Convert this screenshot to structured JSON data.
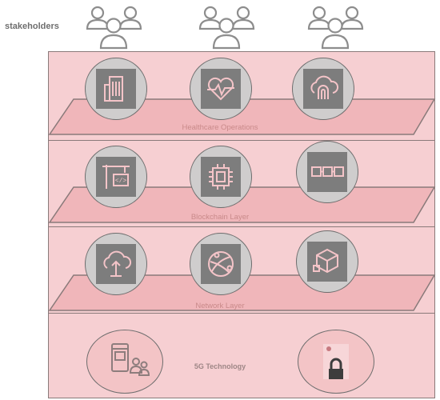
{
  "stakeholders_label": "stakeholders",
  "layers": {
    "healthcare": "Healthcare Operations",
    "blockchain": "Blockchain Layer",
    "network": "Network Layer",
    "technology": "5G Technology"
  },
  "colors": {
    "background_pink": "#f6cfd2",
    "band_pink": "#f0b5b9",
    "node_gray": "#cfcdcd",
    "icon_gray": "#7d7d7d",
    "icon_pink": "#f4c4c8"
  },
  "icons": {
    "stakeholders": [
      "people-group-icon",
      "people-group-icon",
      "people-group-icon"
    ],
    "healthcare": [
      "hospital-building-icon",
      "heartbeat-monitor-icon",
      "cloud-access-icon"
    ],
    "blockchain": [
      "smart-contract-crane-icon",
      "processor-chip-icon",
      "chain-link-icon"
    ],
    "network": [
      "cloud-upload-icon",
      "network-globe-icon",
      "blocks-cube-icon"
    ],
    "technology": [
      "mobile-users-icon",
      "padlock-icon"
    ]
  }
}
